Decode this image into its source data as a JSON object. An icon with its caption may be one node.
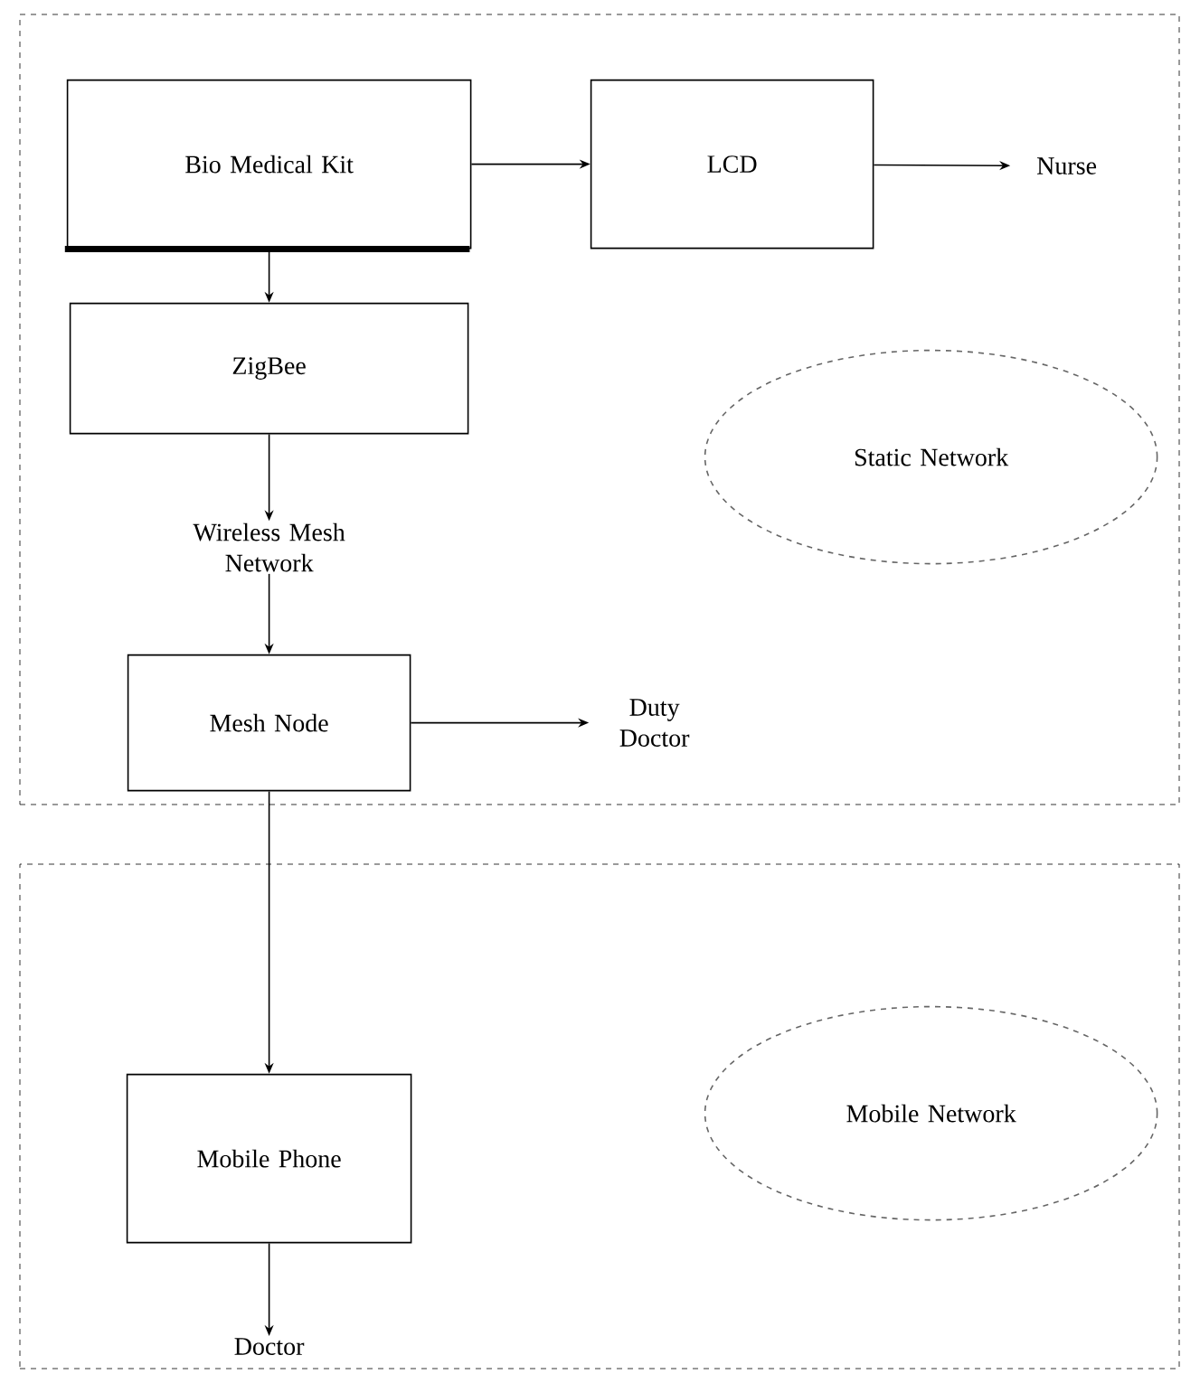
{
  "diagram": {
    "nodes": [
      {
        "text": [],
        "shape": "box"
      },
      {
        "text": [
          "Bio Medical Kit"
        ],
        "in": 0
      },
      {
        "text": [
          "LCD"
        ],
        "in": 0
      },
      {
        "text": [
          "Nurse"
        ],
        "in": 0
      },
      {
        "text": [
          "ZigBee"
        ],
        "in": 0
      },
      {
        "text": [
          "Wireless Mesh Network"
        ],
        "in": 0
      },
      {
        "text": [
          "Mesh Node"
        ],
        "in": 0
      },
      {
        "text": [
          "Duty Doctor"
        ],
        "in": 0
      },
      {
        "text": [
          "Static Network"
        ],
        "in": 0
      },
      {
        "text": [],
        "shape": "box"
      },
      {
        "text": [
          "Mobile Phone"
        ],
        "in": 9
      },
      {
        "text": [
          "Doctor"
        ],
        "in": 9
      },
      {
        "text": [
          "Mobile Network"
        ],
        "in": 9
      }
    ],
    "edges": [
      {
        "from": 1,
        "to": 2,
        "arrow": "to"
      },
      {
        "from": 2,
        "to": 3,
        "arrow": "to"
      },
      {
        "from": 1,
        "to": 4,
        "arrow": "to"
      },
      {
        "from": 4,
        "to": 5,
        "arrow": "to"
      },
      {
        "from": 5,
        "to": 6,
        "arrow": "to"
      },
      {
        "from": 6,
        "to": 7,
        "arrow": "to"
      },
      {
        "from": 6,
        "to": 10,
        "arrow": "to"
      },
      {
        "from": 10,
        "to": 11,
        "arrow": "to"
      }
    ]
  }
}
